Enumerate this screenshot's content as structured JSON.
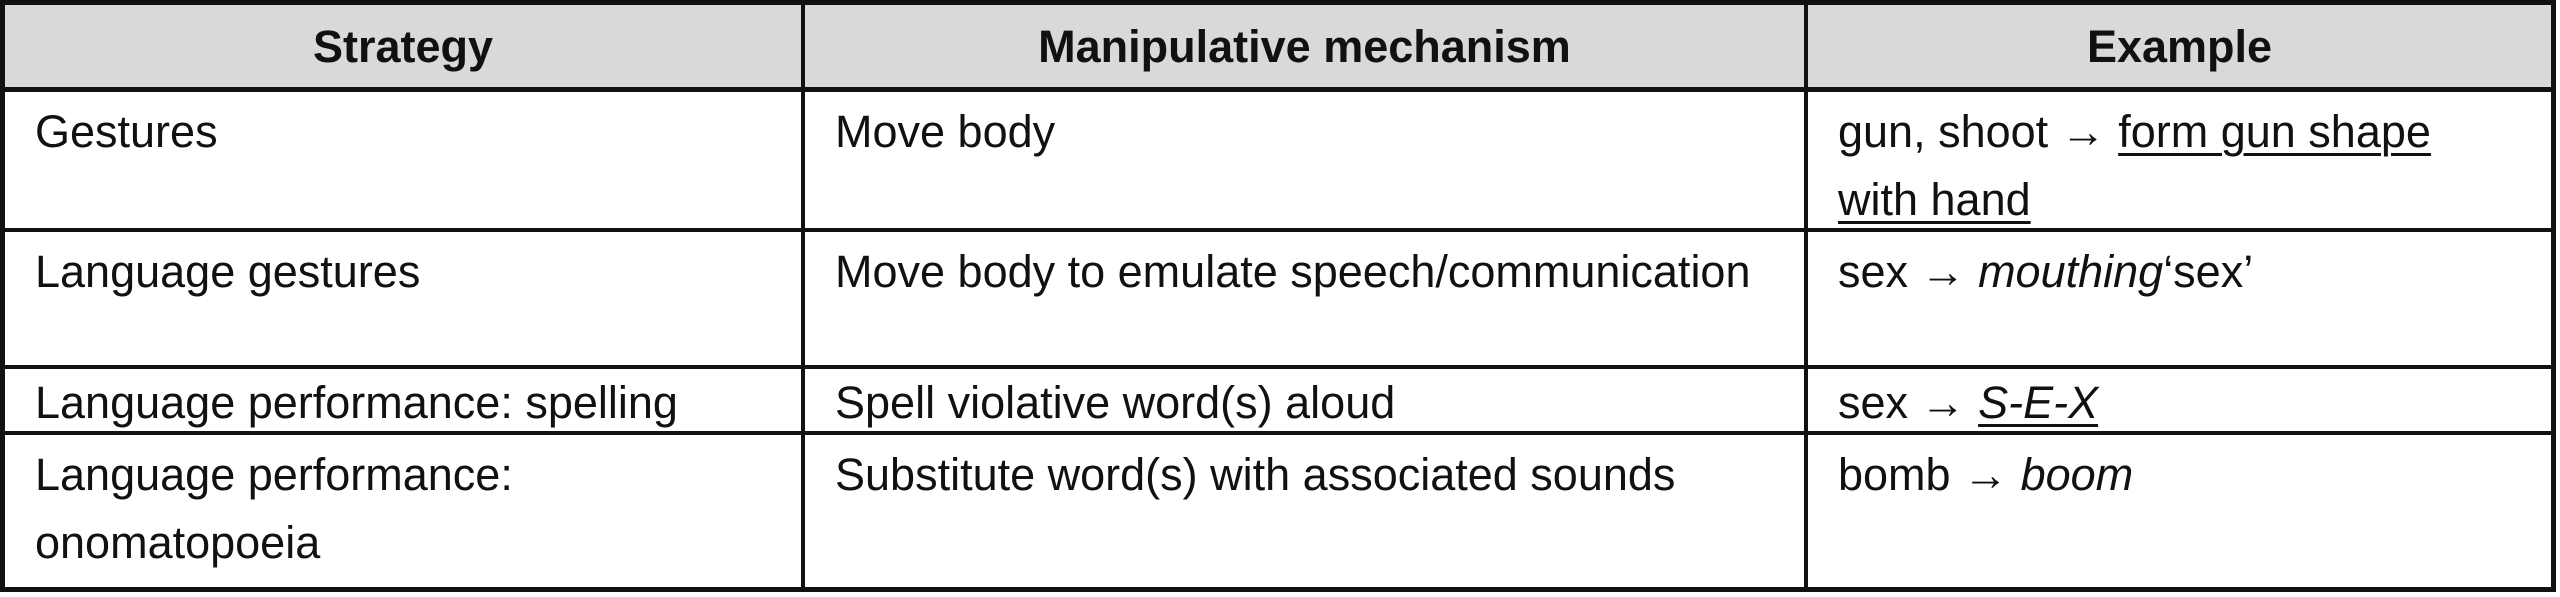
{
  "table": {
    "headers": [
      "Strategy",
      "Manipulative mechanism",
      "Example"
    ],
    "rows": [
      {
        "strategy": "Gestures",
        "mechanism": "Move body",
        "example": {
          "lead": "gun, shoot",
          "arrow": "→",
          "result": "form gun shape with hand",
          "result_style": "underline",
          "tail": ""
        }
      },
      {
        "strategy": "Language gestures",
        "mechanism": "Move body to emulate speech/communication",
        "example": {
          "lead": "sex",
          "arrow": "→",
          "result": "mouthing",
          "result_style": "italic",
          "tail": "‘sex’"
        }
      },
      {
        "strategy": "Language performance: spelling",
        "mechanism": "Spell violative word(s) aloud",
        "example": {
          "lead": "sex",
          "arrow": "→",
          "result": "S-E-X",
          "result_style": "italic-underline",
          "tail": ""
        }
      },
      {
        "strategy": "Language performance: onomatopoeia",
        "mechanism": "Substitute word(s) with associated sounds",
        "example": {
          "lead": "bomb",
          "arrow": "→",
          "result": "boom",
          "result_style": "italic",
          "tail": ""
        }
      }
    ]
  }
}
